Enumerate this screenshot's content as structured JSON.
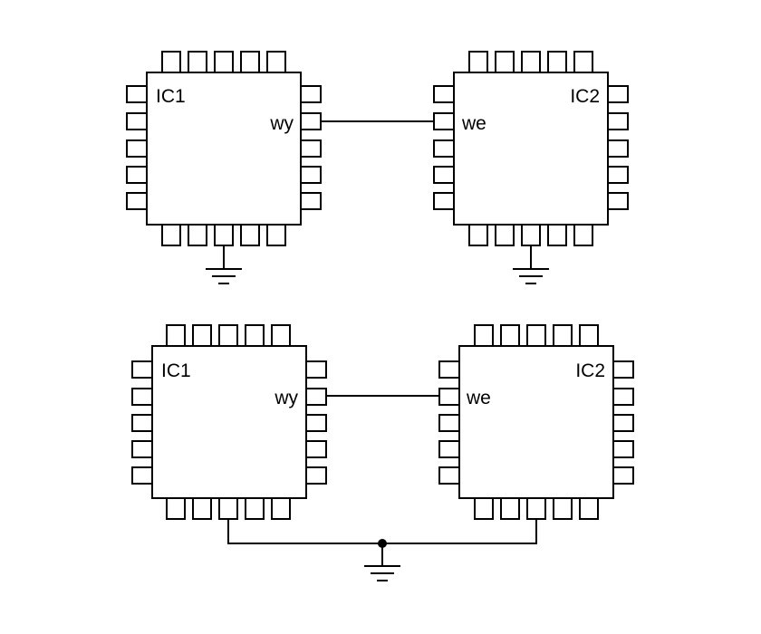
{
  "top_circuit": {
    "left_chip": {
      "name": "IC1",
      "pin": "wy"
    },
    "right_chip": {
      "name": "IC2",
      "pin": "we"
    }
  },
  "bottom_circuit": {
    "left_chip": {
      "name": "IC1",
      "pin": "wy"
    },
    "right_chip": {
      "name": "IC2",
      "pin": "we"
    }
  }
}
